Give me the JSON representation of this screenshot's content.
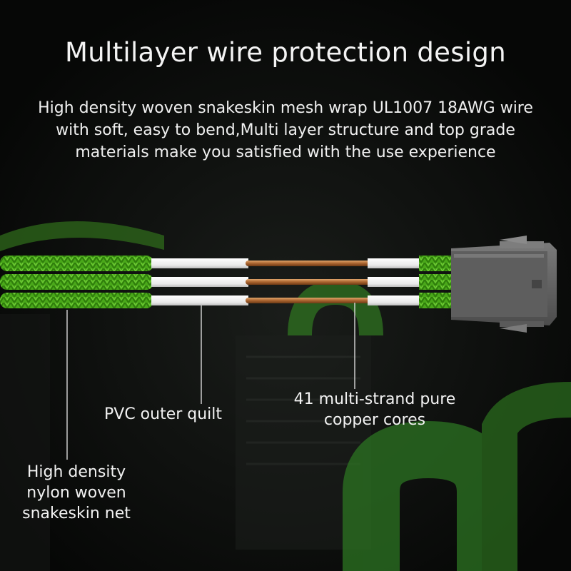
{
  "header": {
    "title": "Multilayer wire protection design",
    "description": "High density woven snakeskin mesh wrap UL1007 18AWG wire with soft, easy to bend,Multi layer structure and top grade materials make you satisfied with the use experience"
  },
  "callouts": {
    "pvc": "PVC outer quilt",
    "copper_line1": "41 multi-strand pure",
    "copper_line2": "copper cores",
    "nylon_line1": "High density",
    "nylon_line2": "nylon woven",
    "nylon_line3": "snakeskin net"
  },
  "colors": {
    "background": "#0b0c0b",
    "sleeve_green": "#4fb21a",
    "insulation_white": "#f1f1f1",
    "copper": "#b8753f",
    "connector_gray": "#6a6a6a",
    "text": "#ffffff"
  }
}
